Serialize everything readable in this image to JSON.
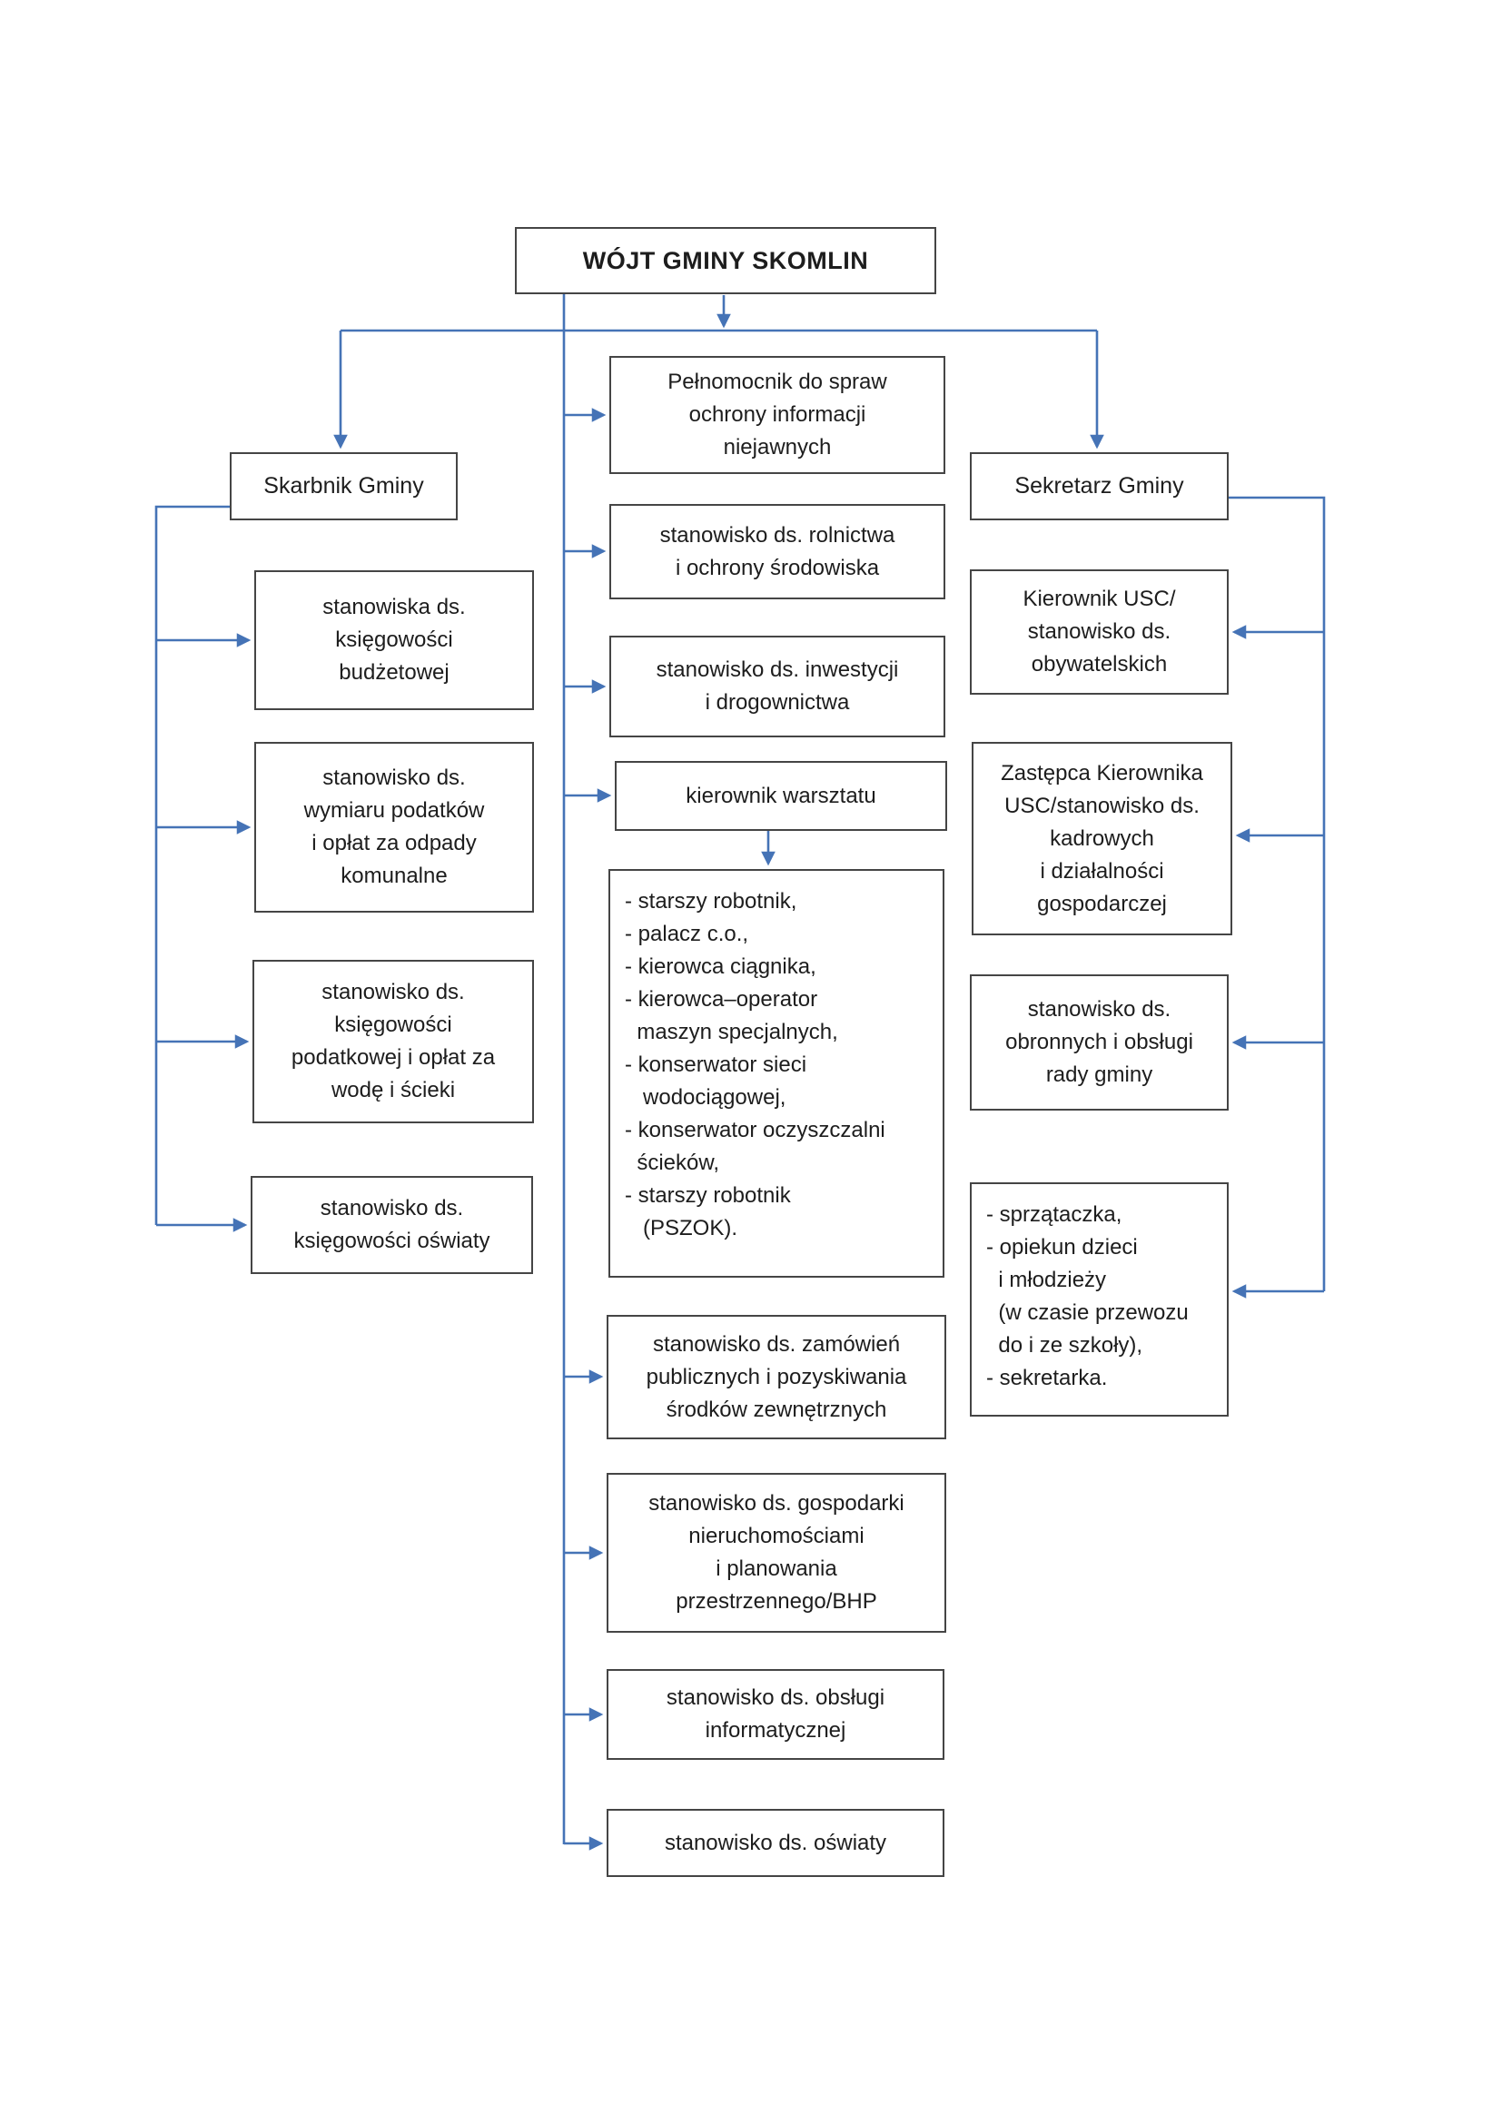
{
  "colors": {
    "connector_blue": "#4573b6",
    "box_border_gray": "#454545",
    "text_black": "#1d1d1d"
  },
  "org": {
    "root_label": "WÓJT GMINY SKOMLIN",
    "skarbnik": {
      "label": "Skarbnik Gminy",
      "children": [
        {
          "id": "budget-accounting",
          "label": "stanowiska ds.\nksięgowości\nbudżetowej"
        },
        {
          "id": "tax-assessment",
          "label": "stanowisko ds.\nwymiaru podatków\ni opłat za odpady\nkomunalne"
        },
        {
          "id": "tax-accounting",
          "label": "stanowisko ds.\nksięgowości\npodatkowej i opłat za\nwodę i ścieki"
        },
        {
          "id": "education-accounting",
          "label": "stanowisko ds.\nksięgowości oświaty"
        }
      ]
    },
    "central": {
      "children": [
        {
          "id": "information-security-officer",
          "label": "Pełnomocnik do spraw\nochrony informacji\nniejawnych"
        },
        {
          "id": "agriculture-environment",
          "label": "stanowisko ds. rolnictwa\ni ochrony środowiska"
        },
        {
          "id": "investments-roads",
          "label": "stanowisko ds. inwestycji\ni drogownictwa"
        },
        {
          "id": "workshop-manager",
          "label": "kierownik warsztatu"
        },
        {
          "id": "workshop-staff",
          "label": "- starszy robotnik,\n- palacz c.o.,\n- kierowca ciągnika,\n- kierowca–operator\n  maszyn specjalnych,\n- konserwator sieci\n   wodociągowej,\n- konserwator oczyszczalni\n  ścieków,\n- starszy robotnik\n   (PSZOK)."
        },
        {
          "id": "public-procurement",
          "label": "stanowisko ds. zamówień\npublicznych i pozyskiwania\nśrodków zewnętrznych"
        },
        {
          "id": "property-planning",
          "label": "stanowisko ds. gospodarki\nnieruchomościami\ni planowania\nprzestrzennego/BHP"
        },
        {
          "id": "it-support",
          "label": "stanowisko ds. obsługi\ninformatycznej"
        },
        {
          "id": "education",
          "label": "stanowisko ds. oświaty"
        }
      ]
    },
    "sekretarz": {
      "label": "Sekretarz Gminy",
      "children": [
        {
          "id": "usc-head",
          "label": "Kierownik USC/\nstanowisko ds.\nobywatelskich"
        },
        {
          "id": "usc-deputy",
          "label": "Zastępca Kierownika\nUSC/stanowisko ds.\nkadrowych\ni działalności\ngospodarczej"
        },
        {
          "id": "defense-council-support",
          "label": "stanowisko ds.\nobronnych i obsługi\nrady gminy"
        },
        {
          "id": "support-staff",
          "label": "- sprzątaczka,\n- opiekun dzieci\n  i młodzieży\n  (w czasie przewozu\n  do i ze szkoły),\n- sekretarka."
        }
      ]
    }
  }
}
